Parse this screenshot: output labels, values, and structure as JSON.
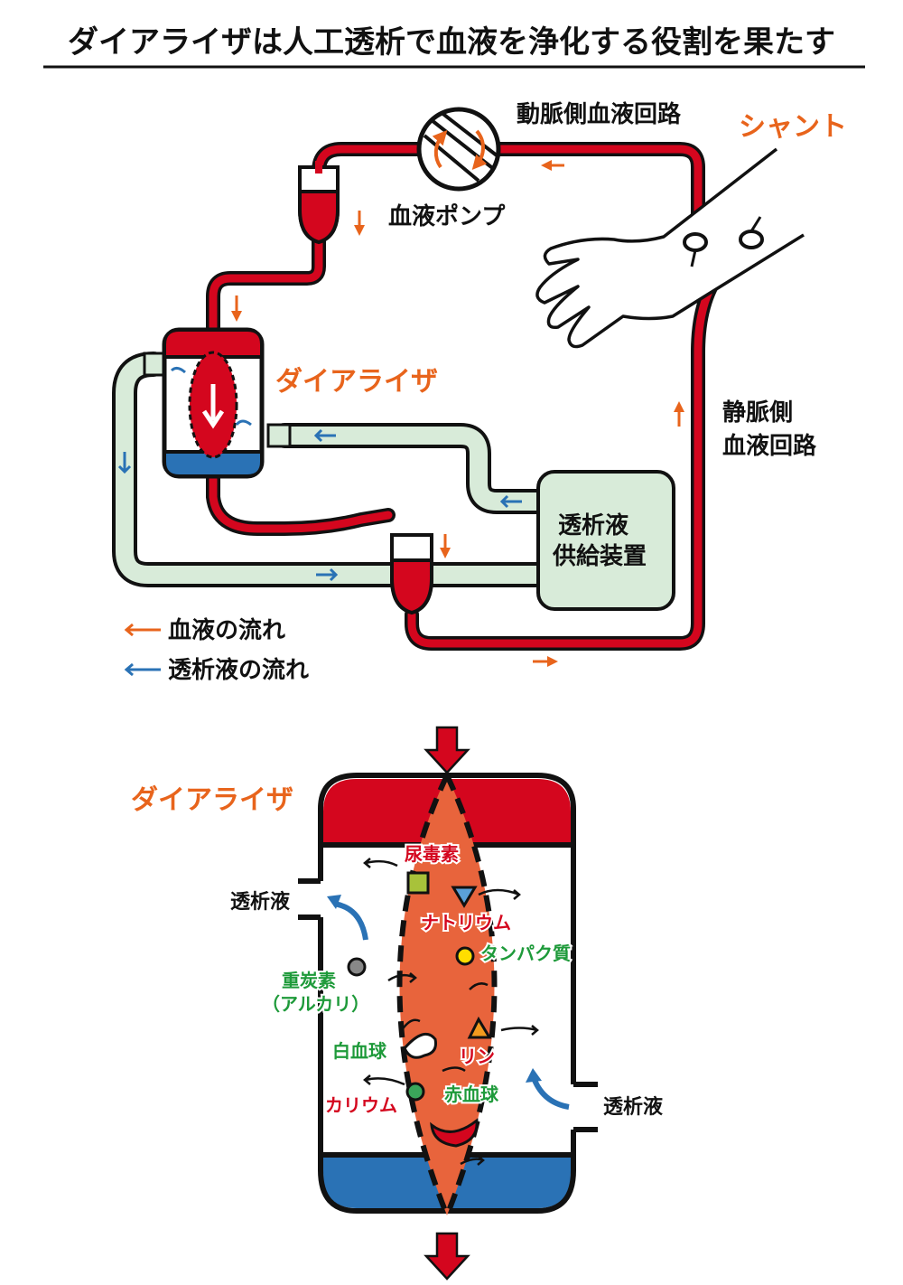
{
  "title": "ダイアライザは人工透析で血液を浄化する役割を果たす",
  "circuit": {
    "arterial_line": "動脈側血液回路",
    "shunt": "シャント",
    "blood_pump": "血液ポンプ",
    "dialyzer": "ダイアライザ",
    "venous_line_1": "静脈側",
    "venous_line_2": "血液回路",
    "supply_1": "透析液",
    "supply_2": "供給装置"
  },
  "legend": {
    "blood_flow": "血液の流れ",
    "dialysate_flow": "透析液の流れ"
  },
  "detail": {
    "dialyzer": "ダイアライザ",
    "dialysate_left": "透析液",
    "dialysate_right": "透析液",
    "urea_toxins": "尿毒素",
    "sodium": "ナトリウム",
    "protein": "タンパク質",
    "bicarbonate_1": "重炭素",
    "bicarbonate_2": "（アルカリ）",
    "white_cell": "白血球",
    "phosphorus": "リン",
    "potassium": "カリウム",
    "red_cell": "赤血球"
  },
  "colors": {
    "blood": "#d4061e",
    "blood_arrow": "#e8641c",
    "dialysate_arrow": "#2a72b5",
    "dialysate_line": "#d8ebd9",
    "dialyzer_bottom": "#2a72b5",
    "hollow_fiber": "#e8643c"
  },
  "icons": [
    "blood-pump-icon",
    "hand-icon",
    "drip-chamber-icon",
    "flow-arrow-icon"
  ]
}
